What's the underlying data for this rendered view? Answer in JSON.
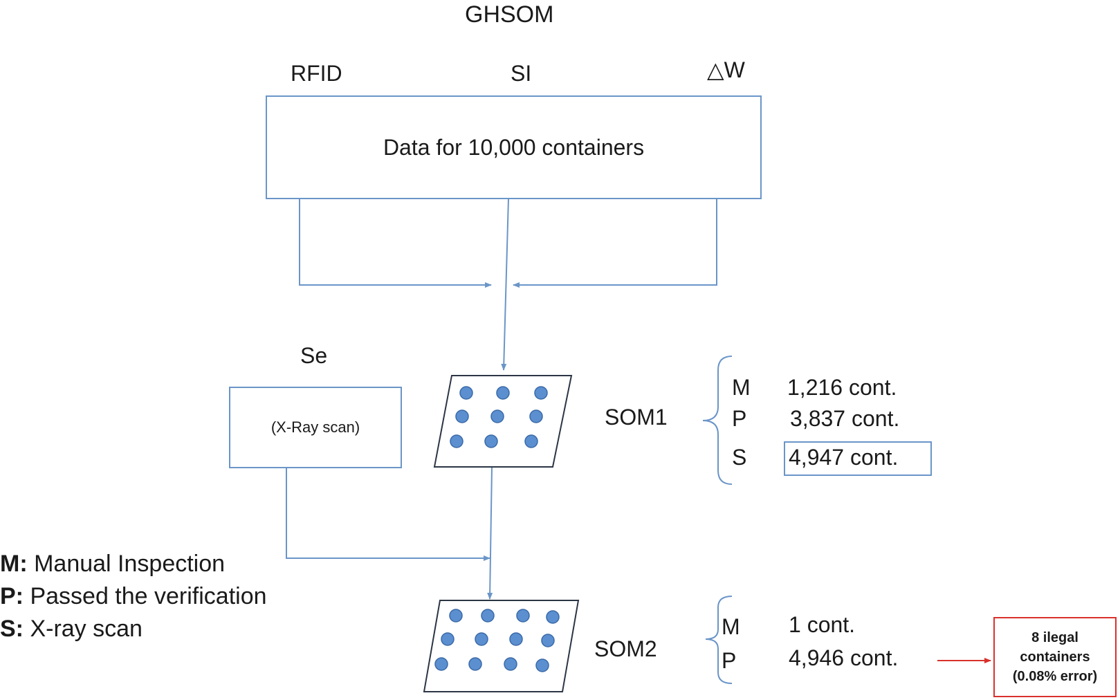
{
  "title": "GHSOM",
  "inputs": {
    "rfid": "RFID",
    "si": "SI",
    "dw": "△W"
  },
  "data_box": "Data for 10,000 containers",
  "se": {
    "label": "Se",
    "box_text": "(X-Ray scan)"
  },
  "som1": {
    "label": "SOM1",
    "rows": [
      {
        "key": "M",
        "value": "1,216 cont."
      },
      {
        "key": "P",
        "value": "3,837 cont."
      },
      {
        "key": "S",
        "value": "4,947 cont."
      }
    ]
  },
  "som2": {
    "label": "SOM2",
    "rows": [
      {
        "key": "M",
        "value": "1 cont."
      },
      {
        "key": "P",
        "value": "4,946 cont."
      }
    ]
  },
  "note": {
    "line1": "8 ilegal",
    "line2": "containers",
    "line3": "(0.08% error)"
  },
  "legend": [
    {
      "key": "M:",
      "text": " Manual Inspection"
    },
    {
      "key": "P:",
      "text": " Passed the verification"
    },
    {
      "key": "S:",
      "text": " X-ray scan"
    }
  ],
  "colors": {
    "line": "#6a95c8",
    "node_fill": "#5b8fd0",
    "node_stroke": "#3a6aa8",
    "note_border": "#d9302b"
  }
}
